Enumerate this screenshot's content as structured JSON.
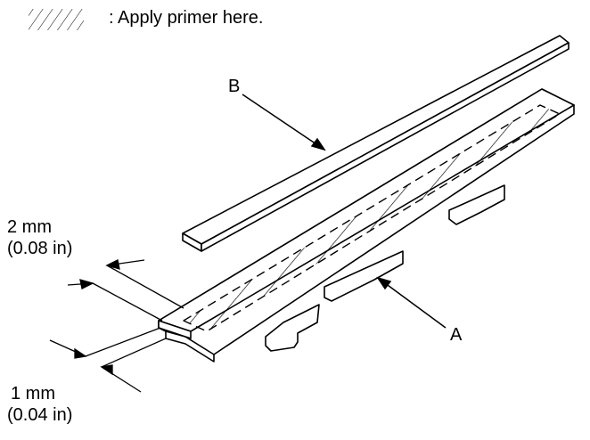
{
  "legend": {
    "swatch_icon": "hatch-swatch-icon",
    "text": ": Apply primer here."
  },
  "callouts": {
    "part_b": "B",
    "part_a": "A"
  },
  "dimensions": {
    "top_gap_mm": "2 mm",
    "top_gap_in": "(0.08 in)",
    "edge_gap_mm": "1 mm",
    "edge_gap_in": "(0.04 in)"
  },
  "colors": {
    "line": "#000000",
    "background": "#ffffff"
  }
}
